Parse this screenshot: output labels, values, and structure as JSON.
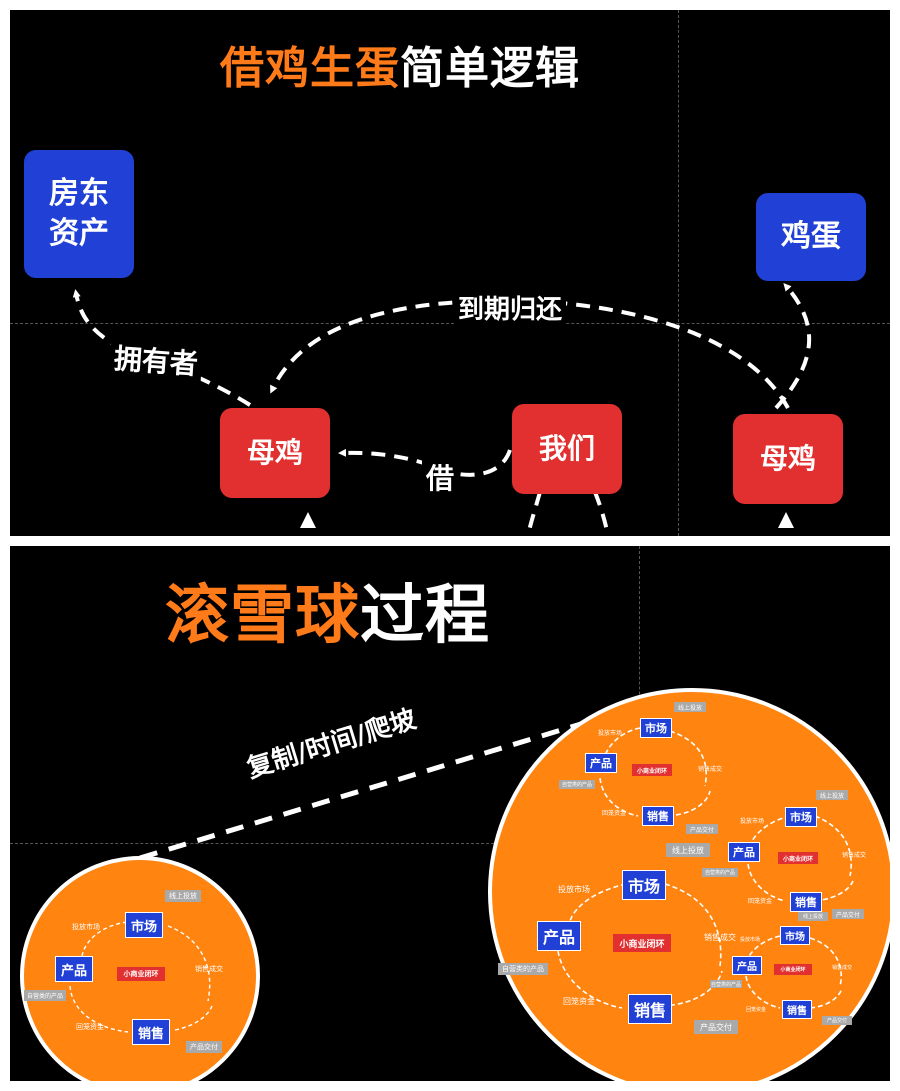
{
  "top": {
    "title_accent": "借鸡生蛋",
    "title_rest": "简单逻辑",
    "landlord_line1": "房东",
    "landlord_line2": "资产",
    "egg": "鸡蛋",
    "hen_left": "母鸡",
    "us": "我们",
    "hen_right": "母鸡",
    "label_owner": "拥有者",
    "label_return": "到期归还",
    "label_borrow": "借"
  },
  "bottom": {
    "title_accent": "滚雪球",
    "title_rest": "过程",
    "label_path": "复制/时间/爬坡",
    "market": "市场",
    "product": "产品",
    "sales": "销售",
    "core": "小商业闭环",
    "online": "线上投放",
    "invest_market": "投放市场",
    "deal": "销售成交",
    "funds": "回笼资金",
    "own_product": "自营类的产品",
    "delivery": "产品交付"
  },
  "colors": {
    "accent": "#ff7a18",
    "circle": "#ff8410",
    "blue": "#2140d6",
    "red": "#e23030"
  }
}
